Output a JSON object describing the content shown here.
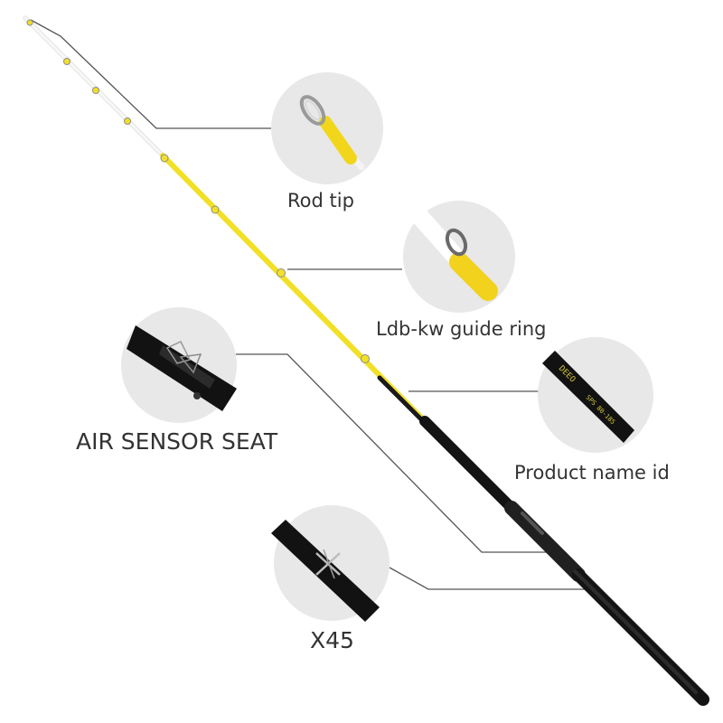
{
  "callouts": {
    "rod_tip": "Rod tip",
    "guide_ring": "Ldb-kw guide ring",
    "air_sensor_seat": "AIR SENSOR SEAT",
    "product_name_id": "Product name id",
    "x45": "X45"
  },
  "engraving": {
    "brand": "DEEO",
    "model": "SPS 80-185"
  },
  "colors": {
    "rod_yellow": "#f2e027",
    "tip_white": "#f7f7f5",
    "handle_black": "#141414",
    "circle_bg": "#e8e8e8",
    "leader_line": "#555555"
  }
}
